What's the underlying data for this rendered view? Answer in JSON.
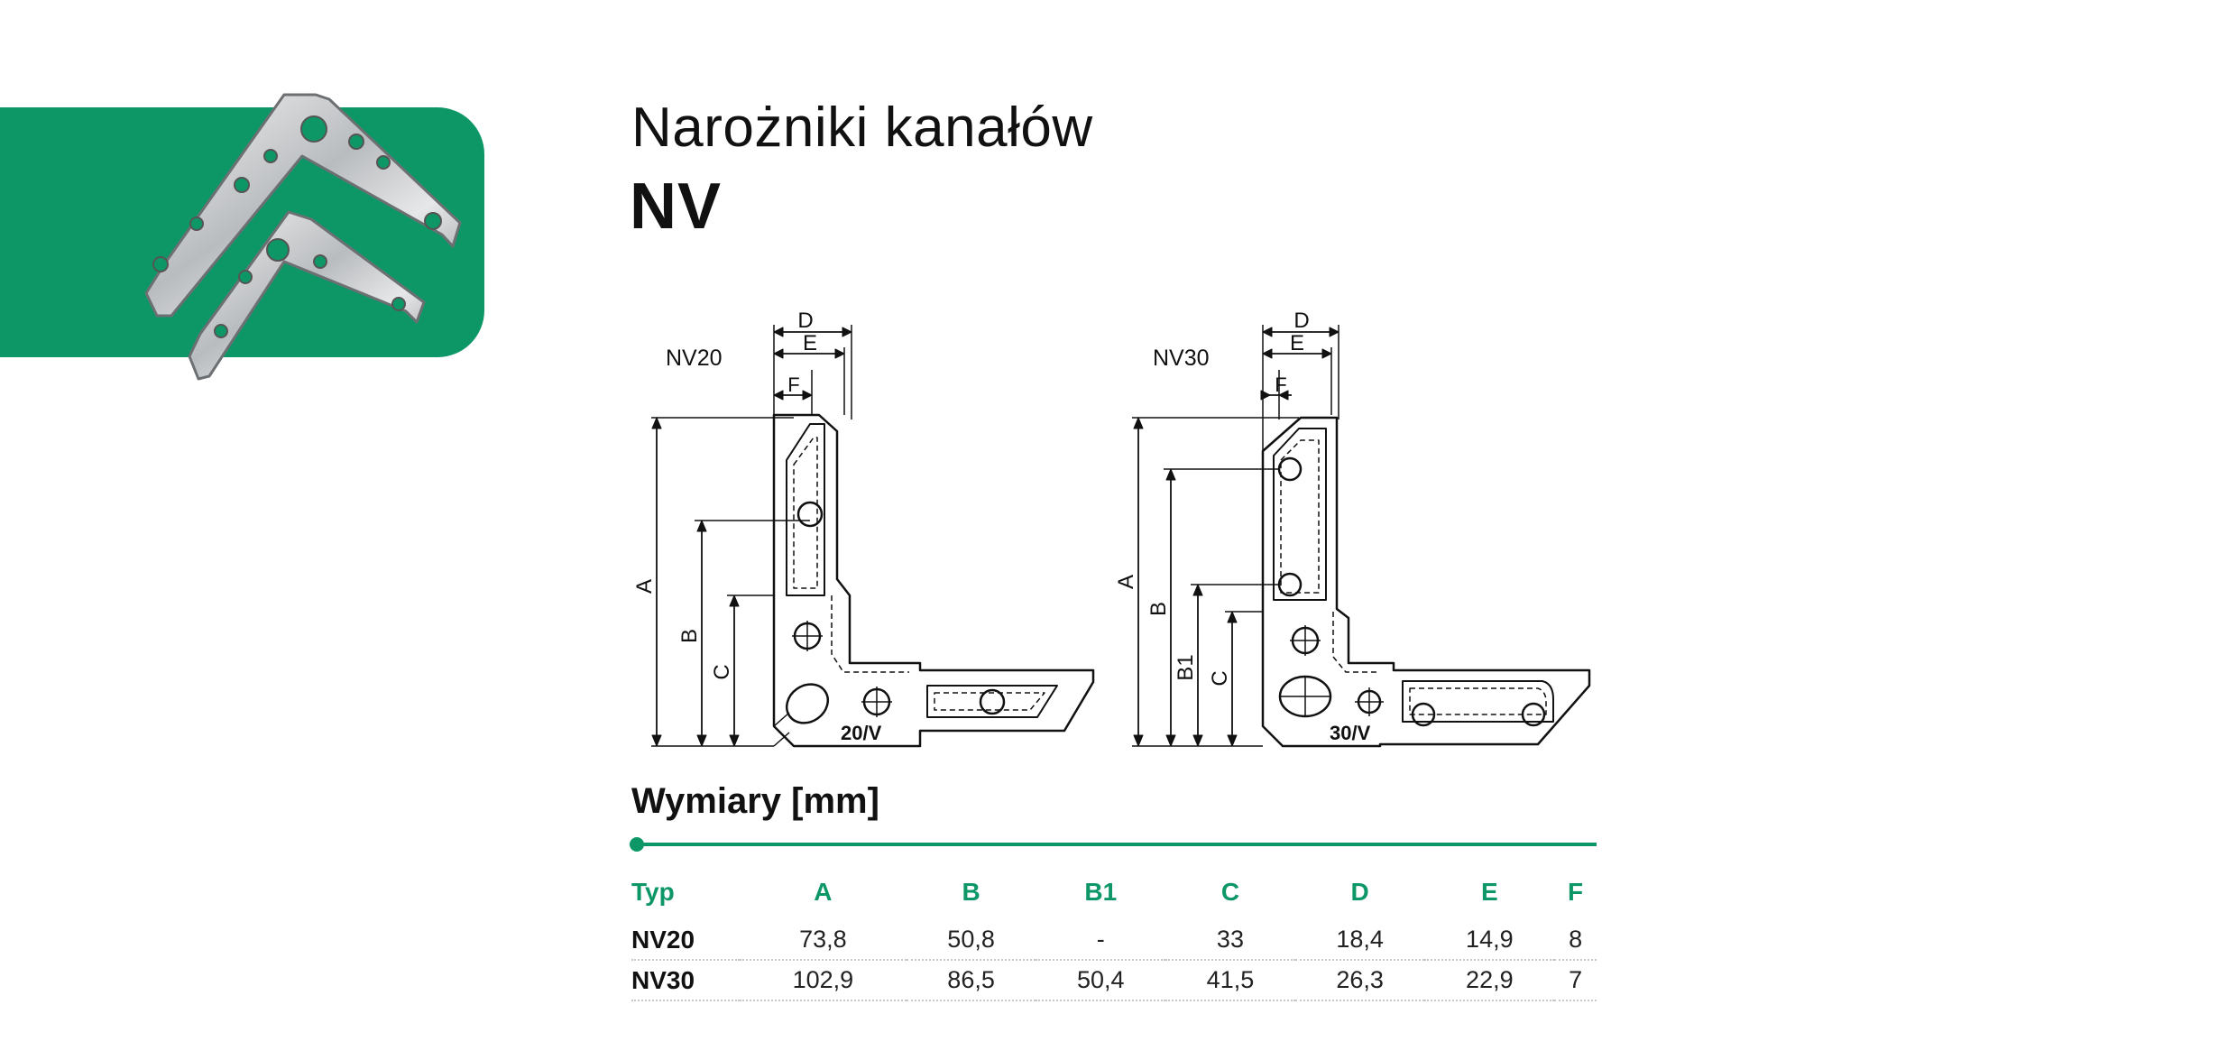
{
  "header": {
    "title": "Narożniki kanałów",
    "model": "NV"
  },
  "drawings": {
    "nv20": {
      "label": "NV20",
      "stamp": "20/V",
      "dims": {
        "a": "A",
        "b": "B",
        "c": "C",
        "d": "D",
        "e": "E",
        "f": "F"
      }
    },
    "nv30": {
      "label": "NV30",
      "stamp": "30/V",
      "dims": {
        "a": "A",
        "b": "B",
        "b1": "B1",
        "c": "C",
        "d": "D",
        "e": "E",
        "f": "F"
      }
    }
  },
  "dimensions": {
    "heading": "Wymiary [mm]",
    "columns": [
      "Typ",
      "A",
      "B",
      "B1",
      "C",
      "D",
      "E",
      "F"
    ],
    "rows": [
      [
        "NV20",
        "73,8",
        "50,8",
        "-",
        "33",
        "18,4",
        "14,9",
        "8"
      ],
      [
        "NV30",
        "102,9",
        "86,5",
        "50,4",
        "41,5",
        "26,3",
        "22,9",
        "7"
      ]
    ]
  },
  "colors": {
    "brand_green": "#0d9767"
  }
}
